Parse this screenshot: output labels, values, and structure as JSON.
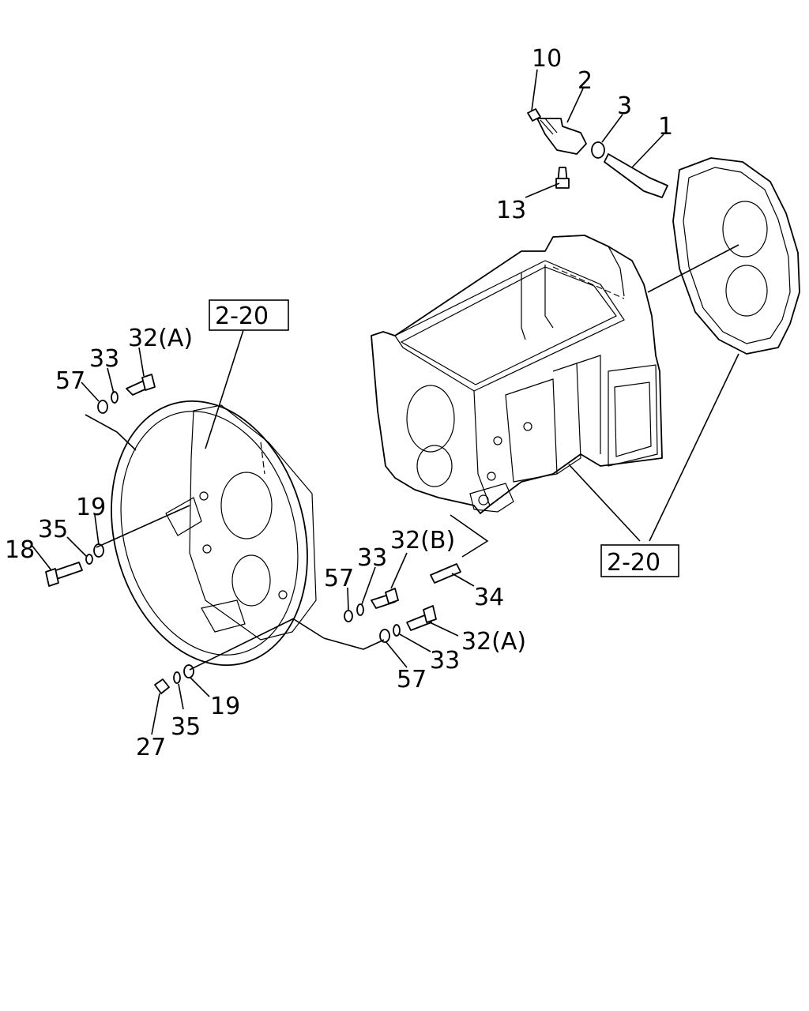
{
  "callouts": {
    "c10": "10",
    "c2": "2",
    "c3": "3",
    "c1": "1",
    "c13": "13",
    "c32a_top": "32(A)",
    "c33_top": "33",
    "c57_top": "57",
    "c19_left": "19",
    "c35_left": "35",
    "c18": "18",
    "c57_mid": "57",
    "c33_mid": "33",
    "c32b": "32(B)",
    "c34": "34",
    "c32a_bot": "32(A)",
    "c33_bot": "33",
    "c57_bot": "57",
    "c19_bot": "19",
    "c35_bot": "35",
    "c27": "27"
  },
  "references": {
    "ref_left": "2-20",
    "ref_right": "2-20"
  }
}
